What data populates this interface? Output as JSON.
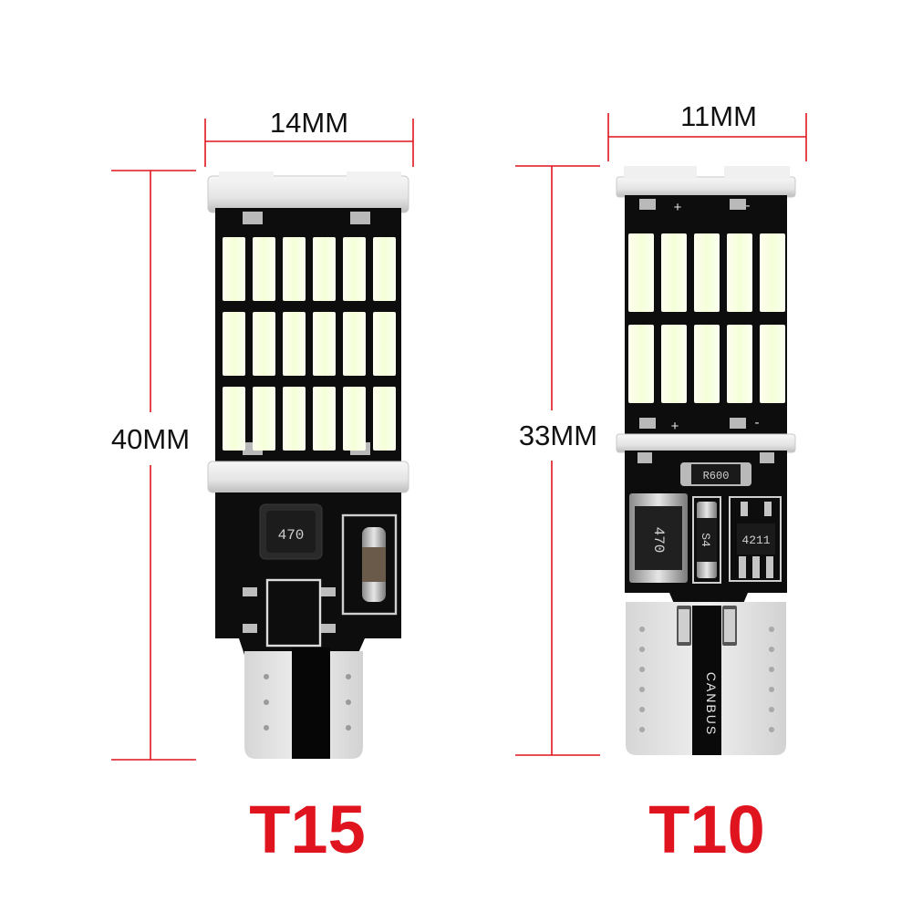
{
  "colors": {
    "dimension_line": "#e0141e",
    "model_label": "#e0141e",
    "pcb": "#0d0d0d",
    "led": "#f7ffe6",
    "clip": "#e9e9e9"
  },
  "t15": {
    "width_label": "14MM",
    "height_label": "40MM",
    "model_label": "T15",
    "inductor_marking": "470"
  },
  "t10": {
    "width_label": "11MM",
    "height_label": "33MM",
    "model_label": "T10",
    "resistor_marking": "R600",
    "inductor_marking": "470",
    "diode_marking": "S4",
    "ic_marking": "4211",
    "base_marking": "CANBUS",
    "plus_sign": "+",
    "minus_sign": "-"
  }
}
